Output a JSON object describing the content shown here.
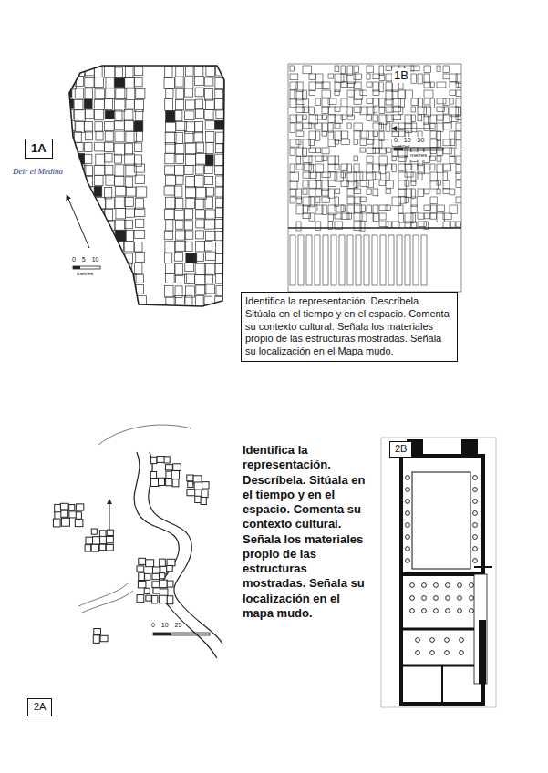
{
  "diagram": {
    "nodes": [
      {
        "text": [
          "1A"
        ]
      },
      {
        "text": [
          "Identifica la representación. Descríbela. Sitúala en el tiempo y en el espacio. Comenta su contexto cultural. Señala los materiales propio de las estructuras mostradas. Señala su localización en el Mapa mudo."
        ]
      },
      {
        "text": [
          "2A"
        ]
      },
      {
        "text": [
          "2B"
        ]
      }
    ],
    "labels": [
      "Deir el Medina",
      "0 5 10",
      "metres",
      "1B",
      "0 10 50",
      "metres",
      "Identifica la representación. Descríbela. Sitúala en el tiempo y en el espacio. Comenta su contexto cultural. Señala los materiales propio de las estructuras mostradas. Señala su localización en el mapa mudo.",
      "0 10 25"
    ]
  }
}
